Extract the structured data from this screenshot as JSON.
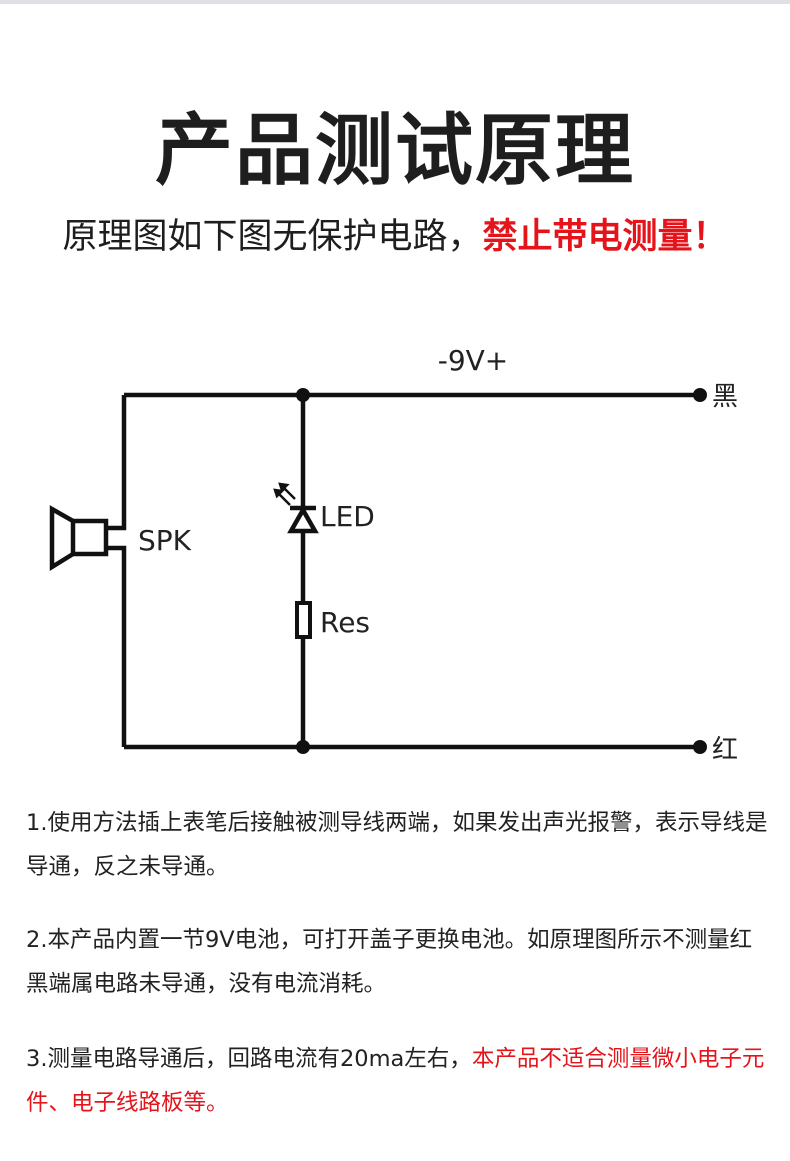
{
  "title": "产品测试原理",
  "subtitle": {
    "normal": "原理图如下图无保护电路，",
    "warning": "禁止带电测量！"
  },
  "diagram": {
    "voltage_label": "-9V+",
    "terminal_top": "黑",
    "terminal_bottom": "红",
    "speaker_label": "SPK",
    "led_label": "LED",
    "resistor_label": "Res"
  },
  "notes": [
    {
      "text": "1.使用方法插上表笔后接触被测导线两端，如果发出声光报警，表示导线是导通，反之未导通。",
      "warning": ""
    },
    {
      "text": "2.本产品内置一节9V电池，可打开盖子更换电池。如原理图所示不测量红黑端属电路未导通，没有电流消耗。",
      "warning": ""
    },
    {
      "text": "3.测量电路导通后，回路电流有20ma左右，",
      "warning": "本产品不适合测量微小电子元件、电子线路板等。"
    }
  ],
  "colors": {
    "warning": "#e5141b",
    "text": "#222222"
  }
}
